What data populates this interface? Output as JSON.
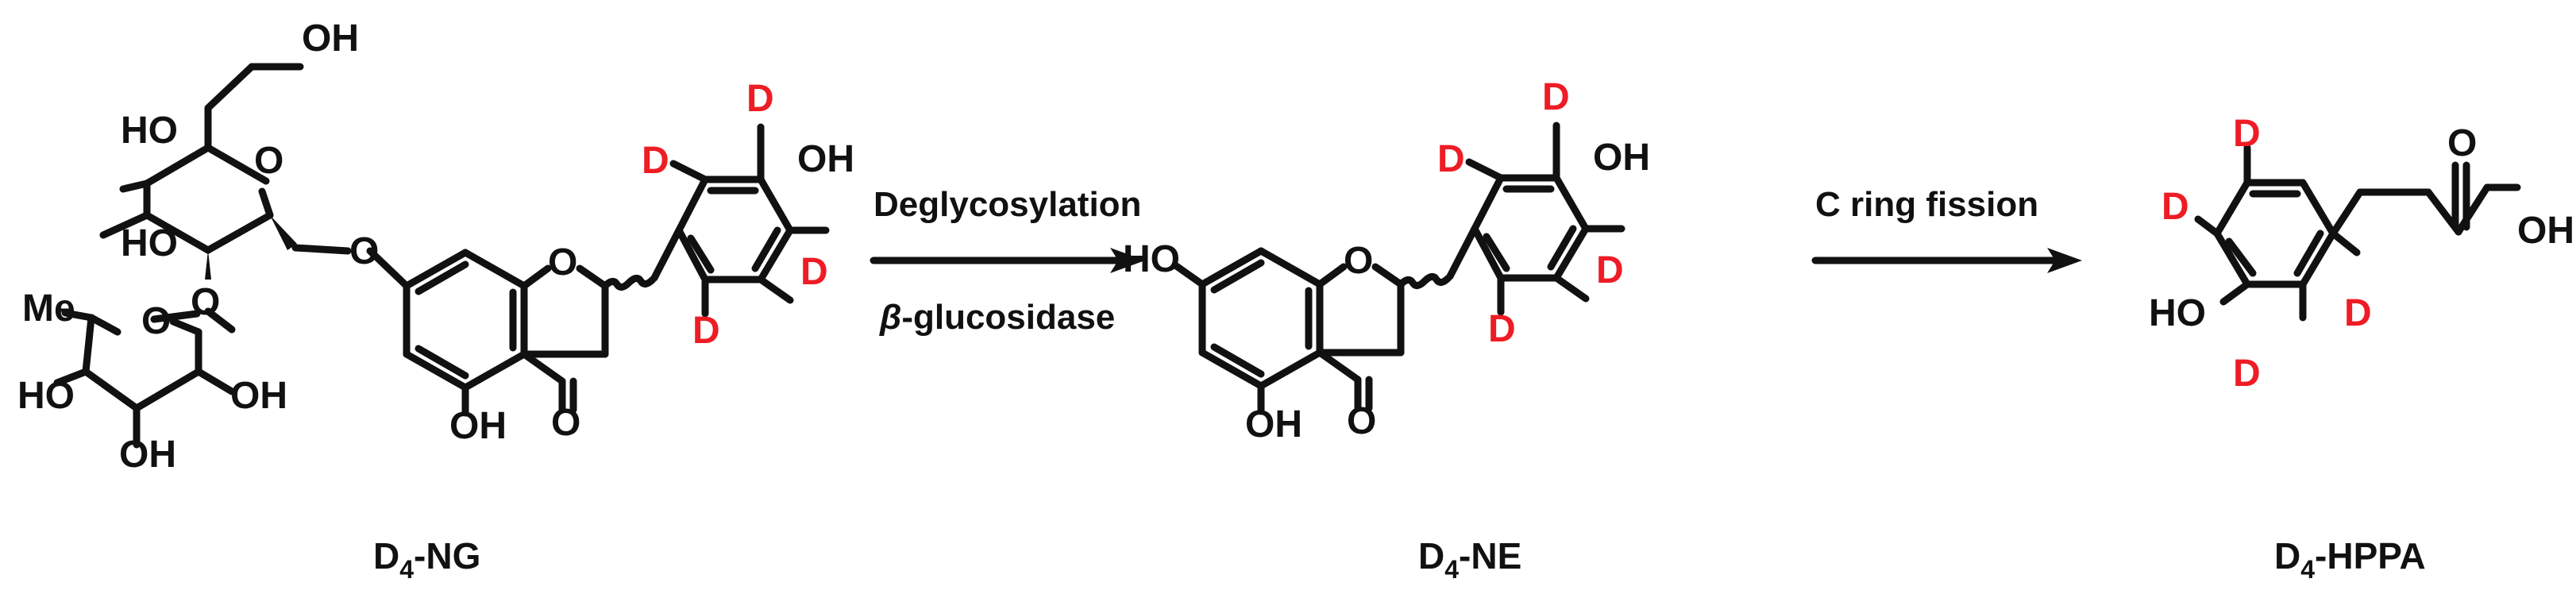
{
  "colors": {
    "bond": "#111111",
    "deuterium": "#ee1c25",
    "background": "#ffffff"
  },
  "atoms": {
    "OH": "OH",
    "HO": "HO",
    "O": "O",
    "Me": "Me",
    "D": "D"
  },
  "steps": [
    {
      "top": "Deglycosylation",
      "bottom_greek": "β",
      "bottom_rest": "-glucosidase"
    },
    {
      "top": "C ring fission"
    }
  ],
  "compounds": [
    {
      "prefix": "D",
      "sub": "4",
      "suffix": "-NG"
    },
    {
      "prefix": "D",
      "sub": "4",
      "suffix": "-NE"
    },
    {
      "prefix": "D",
      "sub": "4",
      "suffix": "-HPPA"
    }
  ]
}
